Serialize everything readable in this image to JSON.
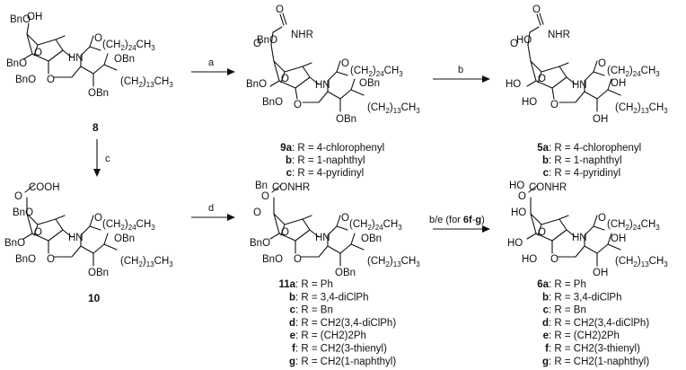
{
  "reagents": {
    "a": "a",
    "b": "b",
    "c": "c",
    "d": "d",
    "be_prefix": "b/e (for ",
    "be_bold": "6f",
    "be_dash": "-",
    "be_bold2": "g",
    "be_suffix": ")"
  },
  "compound_numbers": {
    "c8": "8",
    "c10": "10"
  },
  "atom_labels": {
    "OBn": "OBn",
    "BnO": "BnO",
    "Bn": "Bn",
    "OH": "OH",
    "HO": "HO",
    "O": "O",
    "NH": "NH",
    "HN": "HN",
    "NHR": "NHR",
    "COOH": "COOH",
    "CONHR": "CONHR",
    "C": "C",
    "OHn": "OH",
    "acyl_open": "(CH",
    "acyl_sub": "2",
    "acyl_close": ")",
    "acyl_sub2": "24",
    "acyl_end": "CH",
    "acyl_sub3": "3",
    "chain_open": "(CH",
    "chain_sub": "2",
    "chain_close": ")",
    "chain_sub2": "13",
    "chain_end": "CH",
    "chain_sub3": "3"
  },
  "series_9": [
    {
      "id": "9a",
      "text": ": R = 4-chlorophenyl"
    },
    {
      "id": "b",
      "text": ": R = 1-naphthyl"
    },
    {
      "id": "c",
      "text": ": R = 4-pyridinyl"
    }
  ],
  "series_5": [
    {
      "id": "5a",
      "text": ": R = 4-chlorophenyl"
    },
    {
      "id": "b",
      "text": ": R = 1-naphthyl"
    },
    {
      "id": "c",
      "text": ": R = 4-pyridinyl"
    }
  ],
  "series_11": [
    {
      "id": "11a",
      "text": ": R = Ph"
    },
    {
      "id": "b",
      "text": ": R = 3,4-diClPh"
    },
    {
      "id": "c",
      "text": ": R = Bn"
    },
    {
      "id": "d",
      "text": ": R = CH2(3,4-diClPh)"
    },
    {
      "id": "e",
      "text": ": R = (CH2)2Ph"
    },
    {
      "id": "f",
      "text": ": R = CH2(3-thienyl)"
    },
    {
      "id": "g",
      "text": ": R = CH2(1-naphthyl)"
    }
  ],
  "series_6": [
    {
      "id": "6a",
      "text": ": R = Ph"
    },
    {
      "id": "b",
      "text": ": R = 3,4-diClPh"
    },
    {
      "id": "c",
      "text": ": R = Bn"
    },
    {
      "id": "d",
      "text": ": R = CH2(3,4-diClPh)"
    },
    {
      "id": "e",
      "text": ": R = (CH2)2Ph"
    },
    {
      "id": "f",
      "text": ": R = CH2(3-thienyl)"
    },
    {
      "id": "g",
      "text": ": R = CH2(1-naphthyl)"
    }
  ]
}
